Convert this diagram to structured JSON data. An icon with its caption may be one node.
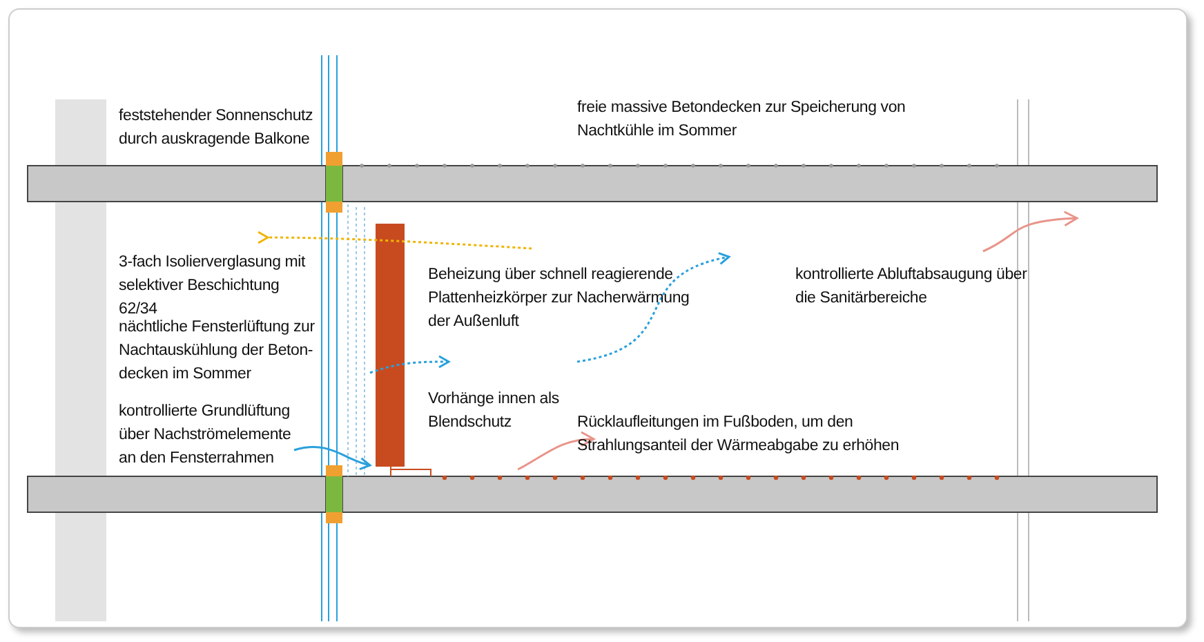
{
  "diagram": {
    "labels": [
      "feststehender Sonnenschutz durch auskragende Balkone",
      "freie massive Betondecken zur Speicherung von Nachtkühle im Sommer",
      "3-fach Isolierverglasung mit selektiver Beschichtung 62/34",
      "Beheizung über schnell reagierende Plattenheizkörper zur Nacherwärmung der Außenluft",
      "kontrollierte Abluftabsaugung über die Sanitärbereiche",
      "nächtliche Fensterlüftung zur Nachtauskühlung der Beton-decken im Sommer",
      "Vorhänge innen als Blendschutz",
      "kontrollierte Grundlüftung über Nachströmelemente an den Fensterrahmen",
      "Rücklaufleitungen im Fußboden, um den Strahlungsanteil der Wärmeabgabe zu erhöhen"
    ]
  }
}
